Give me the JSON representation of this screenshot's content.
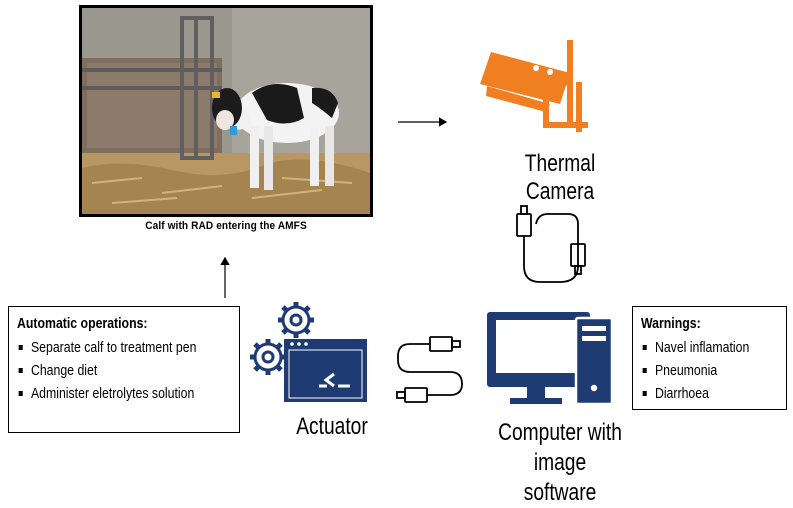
{
  "photo": {
    "caption": "Calf with RAD entering the AMFS"
  },
  "camera": {
    "label": "Thermal Camera",
    "icon": "security-camera-icon",
    "color": "#f07f22"
  },
  "actuator": {
    "label": "Actuator",
    "icons": [
      "gear-icon",
      "terminal-window-icon"
    ]
  },
  "computer": {
    "label_line1": "Computer with",
    "label_line2": "image software",
    "icon": "desktop-computer-icon",
    "color": "#1f3b73"
  },
  "operations": {
    "title": "Automatic operations:",
    "items": [
      "Separate calf to treatment pen",
      "Change diet",
      "Administer eletrolytes solution"
    ]
  },
  "warnings": {
    "title": "Warnings:",
    "items": [
      "Navel inflamation",
      "Pneumonia",
      "Diarrhoea"
    ]
  },
  "colors": {
    "accent_orange": "#f07f22",
    "navy": "#1f3b73"
  }
}
